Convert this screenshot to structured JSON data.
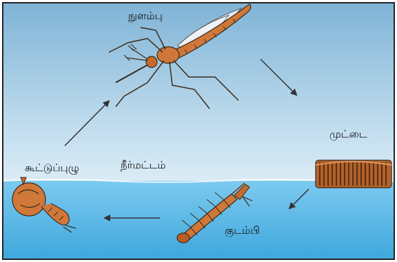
{
  "stages": {
    "adult": "நுளம்பு",
    "egg": "முட்டை",
    "larva": "குடம்பி",
    "pupa": "கூட்டுப்புழு"
  },
  "water_level_label": "நீர்மட்டம்",
  "colors": {
    "sky_top": "#7fb3d6",
    "sky_bottom": "#ffffff",
    "water": "#55b4e4",
    "organism": "#d0783a",
    "outline": "#3a2a1a",
    "arrow": "#333333",
    "border": "#222222"
  }
}
